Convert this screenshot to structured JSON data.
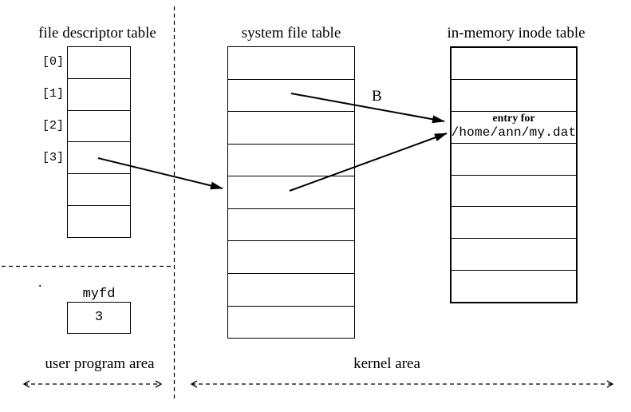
{
  "canvas": {
    "background": "#ffffff",
    "line_color": "#000000"
  },
  "tables": {
    "fd_table": {
      "title": "file descriptor table",
      "rows": 6,
      "row_labels": [
        "[0]",
        "[1]",
        "[2]",
        "[3]"
      ]
    },
    "system_file_table": {
      "title": "system file table",
      "rows": 9
    },
    "inode_table": {
      "title": "in-memory inode table",
      "rows": 8,
      "entry_row": {
        "line1": "entry for",
        "line2": "/home/ann/my.dat"
      }
    }
  },
  "labels": {
    "arrow_b": "B",
    "myfd": "myfd",
    "myfd_value": "3",
    "stray_dot": ".",
    "user_area": "user program area",
    "kernel_area": "kernel area"
  }
}
